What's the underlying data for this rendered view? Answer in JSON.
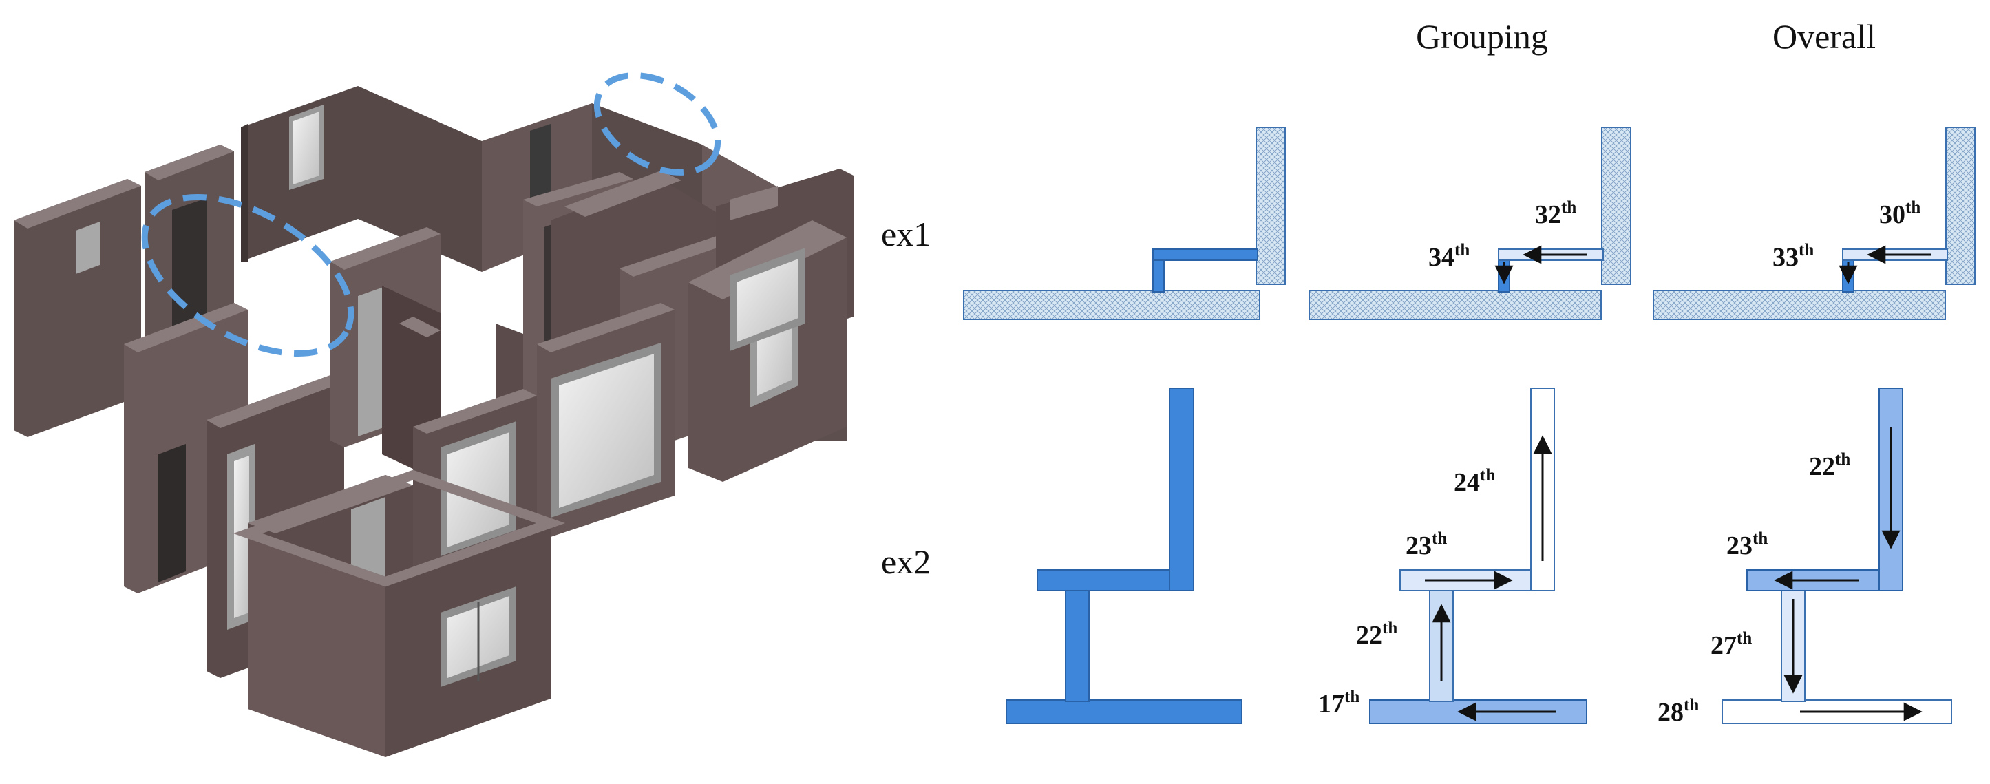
{
  "headers": {
    "grouping": "Grouping",
    "overall": "Overall"
  },
  "rows": {
    "ex1": "ex1",
    "ex2": "ex2"
  },
  "labels": {
    "ex1_grouping_a": {
      "num": "32",
      "sup": "th"
    },
    "ex1_grouping_b": {
      "num": "34",
      "sup": "th"
    },
    "ex1_overall_a": {
      "num": "30",
      "sup": "th"
    },
    "ex1_overall_b": {
      "num": "33",
      "sup": "th"
    },
    "ex2_grouping_a": {
      "num": "24",
      "sup": "th"
    },
    "ex2_grouping_b": {
      "num": "23",
      "sup": "th"
    },
    "ex2_grouping_c": {
      "num": "22",
      "sup": "th"
    },
    "ex2_grouping_d": {
      "num": "17",
      "sup": "th"
    },
    "ex2_overall_a": {
      "num": "22",
      "sup": "th"
    },
    "ex2_overall_b": {
      "num": "23",
      "sup": "th"
    },
    "ex2_overall_c": {
      "num": "27",
      "sup": "th"
    },
    "ex2_overall_d": {
      "num": "28",
      "sup": "th"
    }
  },
  "colors": {
    "blue": "#3d86d9",
    "blue_mid": "#8fb6ec",
    "blue_light": "#dde9fa",
    "hatch": "#d6e6f4",
    "dashed": "#5d9ede",
    "wall": "#615252",
    "wall_dark": "#4a3e3e",
    "wall_top": "#8a7c7c"
  },
  "icons": {
    "arrow": "arrow-icon",
    "ellipse": "dashed-ellipse-icon"
  }
}
